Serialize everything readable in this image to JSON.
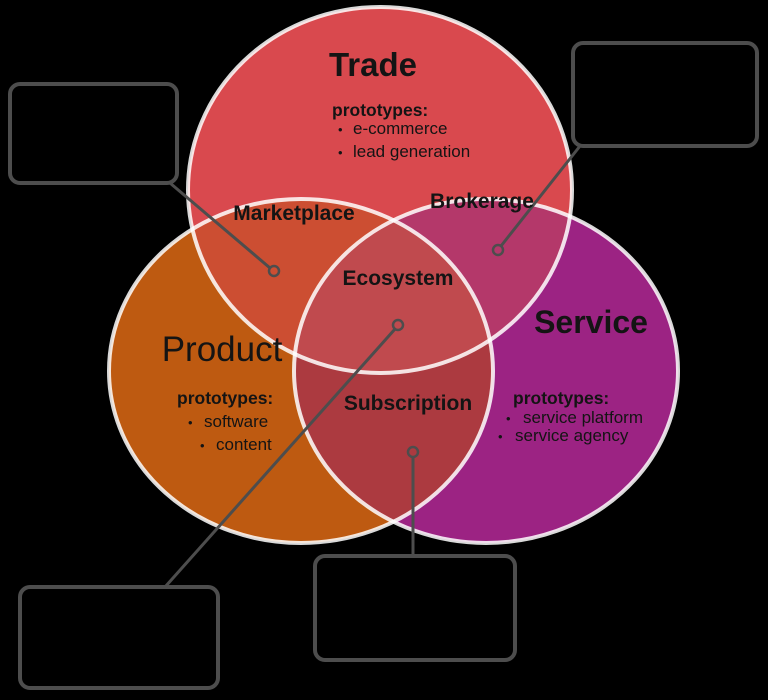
{
  "diagram": {
    "background": "#000000",
    "circle_outline_color": "#ffffff",
    "connector_color": "#4d4d4d",
    "text_color": "#141414",
    "bullet": "•",
    "circles": {
      "trade": {
        "label": "Trade",
        "color": "#D9494E",
        "prototypes_heading": "prototypes:",
        "prototypes": [
          "e-commerce",
          "lead generation"
        ]
      },
      "product": {
        "label": "Product",
        "color": "#BE5A11",
        "prototypes_heading": "prototypes:",
        "prototypes": [
          "software",
          "content"
        ]
      },
      "service": {
        "label": "Service",
        "color": "#9C2383",
        "prototypes_heading": "prototypes:",
        "prototypes": [
          "service platform",
          "service agency"
        ]
      }
    },
    "overlaps": {
      "marketplace": {
        "label": "Marketplace",
        "color": "#CC4E32"
      },
      "brokerage": {
        "label": "Brokerage",
        "color": "#B4386A"
      },
      "subscription": {
        "label": "Subscription",
        "color": "#AC3A40"
      },
      "ecosystem": {
        "label": "Ecosystem",
        "color": "#C04A4E"
      }
    },
    "callouts": {
      "top_left": "",
      "top_right": "",
      "bottom_left": "",
      "bottom_center": ""
    }
  }
}
